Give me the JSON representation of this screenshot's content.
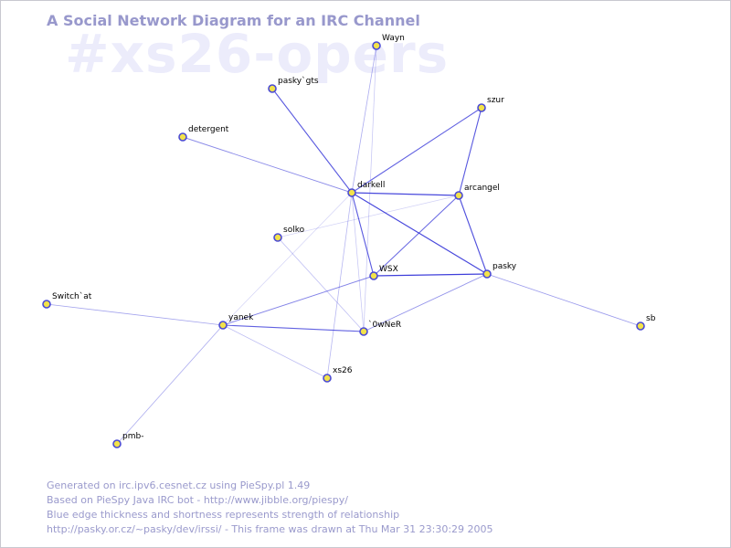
{
  "watermark": "#xs26-opers",
  "title": "A Social Network Diagram for an IRC Channel",
  "footer": {
    "line1": "Generated on irc.ipv6.cesnet.cz using PieSpy.pl 1.49",
    "line2": "Based on PieSpy Java IRC bot - http://www.jibble.org/piespy/",
    "line3": "Blue edge thickness and shortness represents strength of relationship",
    "line4": "http://pasky.or.cz/~pasky/dev/irssi/ - This frame was drawn at Thu Mar 31 23:30:29 2005"
  },
  "colors": {
    "node_fill": "#f2e24a",
    "node_stroke": "#4a4ad4",
    "edge": "#2a2ad6"
  },
  "nodes": [
    {
      "id": "Wayn",
      "label": "Wayn"
    },
    {
      "id": "pasky`gts",
      "label": "pasky`gts"
    },
    {
      "id": "szur",
      "label": "szur"
    },
    {
      "id": "detergent",
      "label": "detergent"
    },
    {
      "id": "darkell",
      "label": "darkell"
    },
    {
      "id": "arcangel",
      "label": "arcangel"
    },
    {
      "id": "solko",
      "label": "solko"
    },
    {
      "id": "WSX",
      "label": "WSX"
    },
    {
      "id": "pasky",
      "label": "pasky"
    },
    {
      "id": "Switch`at",
      "label": "Switch`at"
    },
    {
      "id": "yanek",
      "label": "yanek"
    },
    {
      "id": "`0wNeR",
      "label": "`0wNeR"
    },
    {
      "id": "sb",
      "label": "sb"
    },
    {
      "id": "xs26",
      "label": "xs26"
    },
    {
      "id": "pmb-",
      "label": "pmb-"
    }
  ],
  "edges": [
    {
      "source": "darkell",
      "target": "pasky`gts",
      "strength": 0.85
    },
    {
      "source": "darkell",
      "target": "szur",
      "strength": 0.8
    },
    {
      "source": "darkell",
      "target": "arcangel",
      "strength": 0.95
    },
    {
      "source": "darkell",
      "target": "pasky",
      "strength": 0.95
    },
    {
      "source": "darkell",
      "target": "WSX",
      "strength": 0.85
    },
    {
      "source": "darkell",
      "target": "detergent",
      "strength": 0.55
    },
    {
      "source": "darkell",
      "target": "Wayn",
      "strength": 0.35
    },
    {
      "source": "darkell",
      "target": "xs26",
      "strength": 0.3
    },
    {
      "source": "darkell",
      "target": "yanek",
      "strength": 0.12
    },
    {
      "source": "darkell",
      "target": "`0wNeR",
      "strength": 0.2
    },
    {
      "source": "szur",
      "target": "arcangel",
      "strength": 0.85
    },
    {
      "source": "arcangel",
      "target": "pasky",
      "strength": 0.9
    },
    {
      "source": "arcangel",
      "target": "WSX",
      "strength": 0.75
    },
    {
      "source": "arcangel",
      "target": "solko",
      "strength": 0.12
    },
    {
      "source": "WSX",
      "target": "pasky",
      "strength": 1.0
    },
    {
      "source": "WSX",
      "target": "yanek",
      "strength": 0.6
    },
    {
      "source": "pasky",
      "target": "sb",
      "strength": 0.45
    },
    {
      "source": "pasky",
      "target": "`0wNeR",
      "strength": 0.5
    },
    {
      "source": "yanek",
      "target": "`0wNeR",
      "strength": 0.8
    },
    {
      "source": "yanek",
      "target": "Switch`at",
      "strength": 0.4
    },
    {
      "source": "yanek",
      "target": "pmb-",
      "strength": 0.35
    },
    {
      "source": "yanek",
      "target": "xs26",
      "strength": 0.25
    },
    {
      "source": "solko",
      "target": "`0wNeR",
      "strength": 0.25
    },
    {
      "source": "Wayn",
      "target": "`0wNeR",
      "strength": 0.2
    }
  ]
}
